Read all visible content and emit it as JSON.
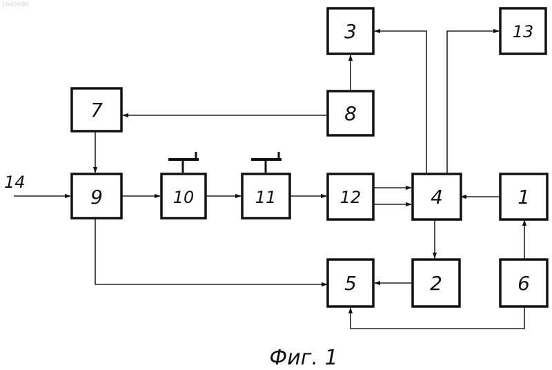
{
  "document_id": "1640686",
  "blocks": {
    "b1": "1",
    "b2": "2",
    "b3": "3",
    "b4": "4",
    "b5": "5",
    "b6": "6",
    "b7": "7",
    "b8": "8",
    "b9": "9",
    "b10": "10",
    "b11": "11",
    "b12": "12",
    "b13": "13"
  },
  "input_label": "14",
  "caption": "Фиг. 1",
  "colors": {
    "ink": "#111111",
    "paper": "#ffffff"
  }
}
